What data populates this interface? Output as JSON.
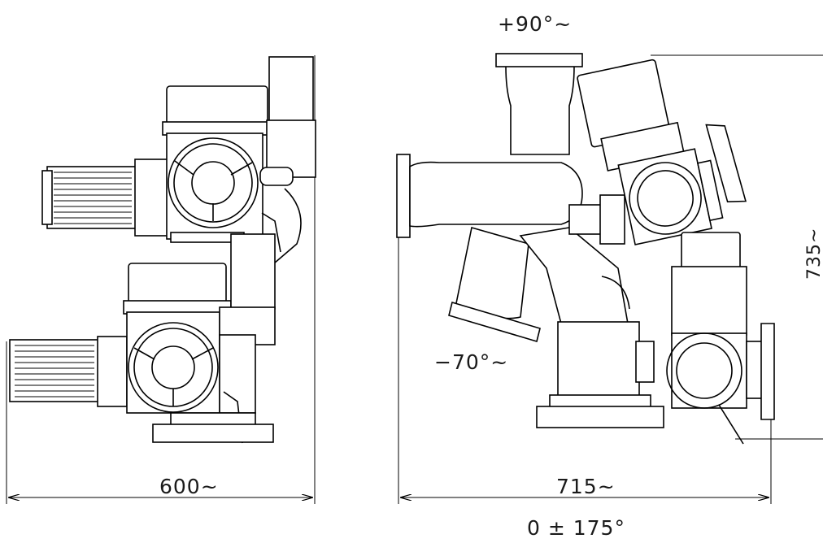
{
  "drawing": {
    "left_view": {
      "width_label": "600~"
    },
    "right_view": {
      "width_label": "715~",
      "height_label": "735~",
      "angle_up_label": "+90°~",
      "angle_down_label": "−70°~",
      "rotation_label": "0 ± 175°"
    }
  },
  "colors": {
    "line": "#000000",
    "background": "#ffffff"
  }
}
